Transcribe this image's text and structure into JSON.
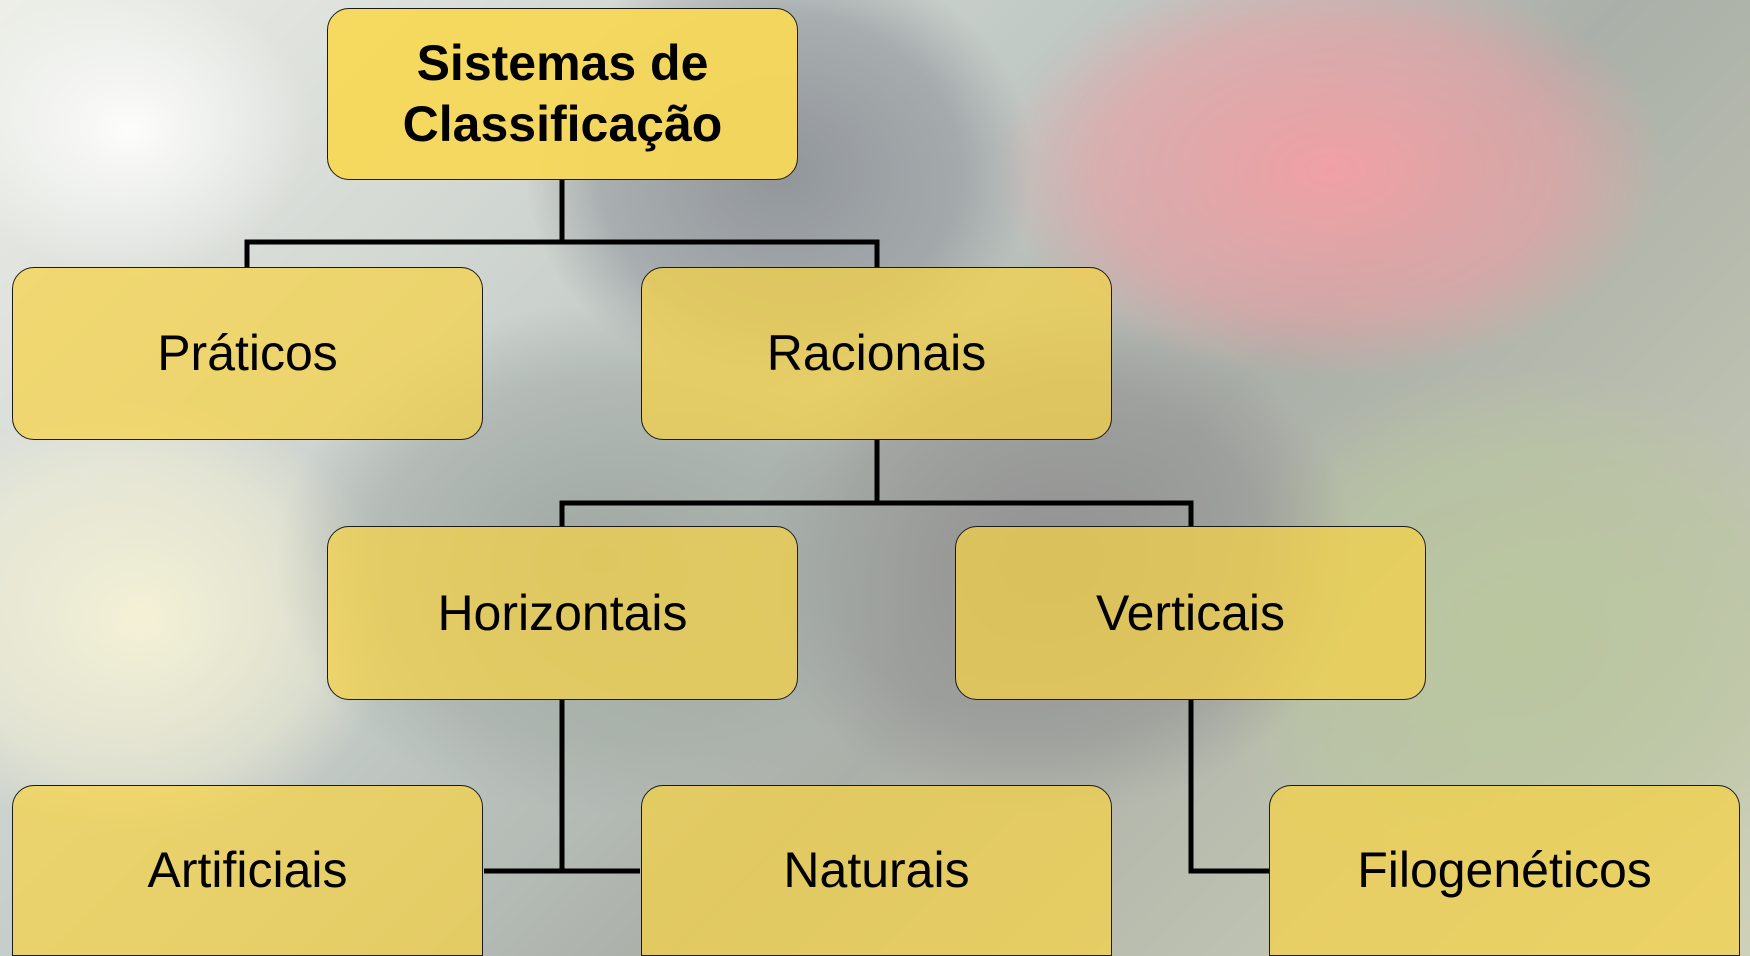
{
  "diagram": {
    "type": "tree",
    "nodes": {
      "root": "Sistemas de Classificação",
      "praticos": "Práticos",
      "racionais": "Racionais",
      "horizontais": "Horizontais",
      "verticais": "Verticais",
      "artificiais": "Artificiais",
      "naturais": "Naturais",
      "filogeneticos": "Filogenéticos"
    },
    "edges": [
      [
        "root",
        "praticos"
      ],
      [
        "root",
        "racionais"
      ],
      [
        "racionais",
        "horizontais"
      ],
      [
        "racionais",
        "verticais"
      ],
      [
        "horizontais",
        "artificiais"
      ],
      [
        "horizontais",
        "naturais"
      ],
      [
        "verticais",
        "filogeneticos"
      ]
    ]
  },
  "colors": {
    "node_fill": "#f6d246",
    "root_fill": "#f7d858",
    "node_border": "#1a1a1a",
    "connector": "#000000"
  }
}
